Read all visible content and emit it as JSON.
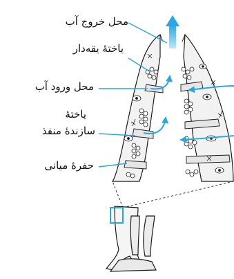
{
  "labels": {
    "outlet": "محل خروج آب",
    "collar_cell": "یاختهٔ یقه‌دار",
    "inlet": "محل ورود آب",
    "porocyte_line1": "یاختهٔ",
    "porocyte_line2": "سازندهٔ منفذ",
    "cavity": "حفرهٔ میانی"
  },
  "colors": {
    "arrow": "#29a8e0",
    "outline": "#1a1a1a",
    "fill": "#f2f2f2"
  }
}
